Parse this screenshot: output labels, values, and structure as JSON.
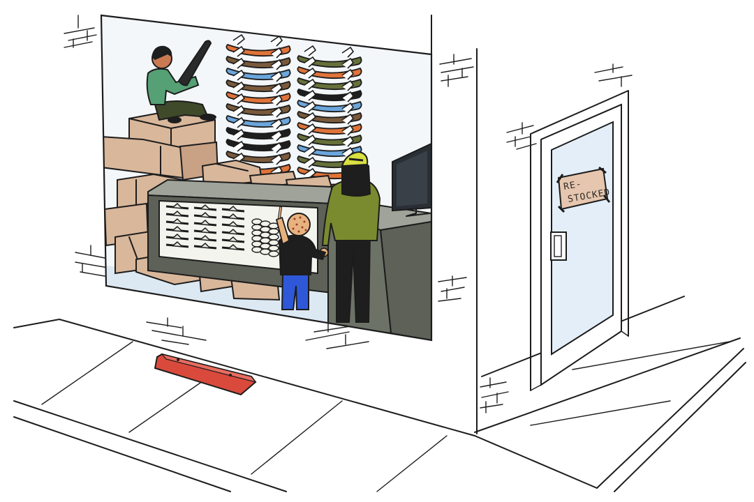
{
  "scene": {
    "door_sign": {
      "line1": "RE-",
      "line2": "STOCKED"
    },
    "colors": {
      "deck_orange": "#e0733a",
      "deck_brown": "#7a5a3c",
      "deck_blue": "#6ba6dc",
      "deck_green": "#66703a",
      "deck_black": "#1e1e1e",
      "box_tan": "#d9b79b",
      "counter_grey": "#5d6157",
      "wall_blue": "#dce8f2",
      "curb_red": "#d94a3c",
      "sign_paper": "#e6c6ae"
    },
    "deck_rack_left": [
      "deck_orange",
      "deck_brown",
      "deck_blue",
      "deck_brown",
      "deck_orange",
      "deck_brown",
      "deck_blue",
      "deck_black",
      "deck_black",
      "deck_brown",
      "deck_orange",
      "deck_green"
    ],
    "deck_rack_right": [
      "deck_green",
      "deck_orange",
      "deck_green",
      "deck_black",
      "deck_blue",
      "deck_brown",
      "deck_orange",
      "deck_green",
      "deck_blue",
      "deck_green",
      "deck_orange",
      "deck_green"
    ]
  }
}
